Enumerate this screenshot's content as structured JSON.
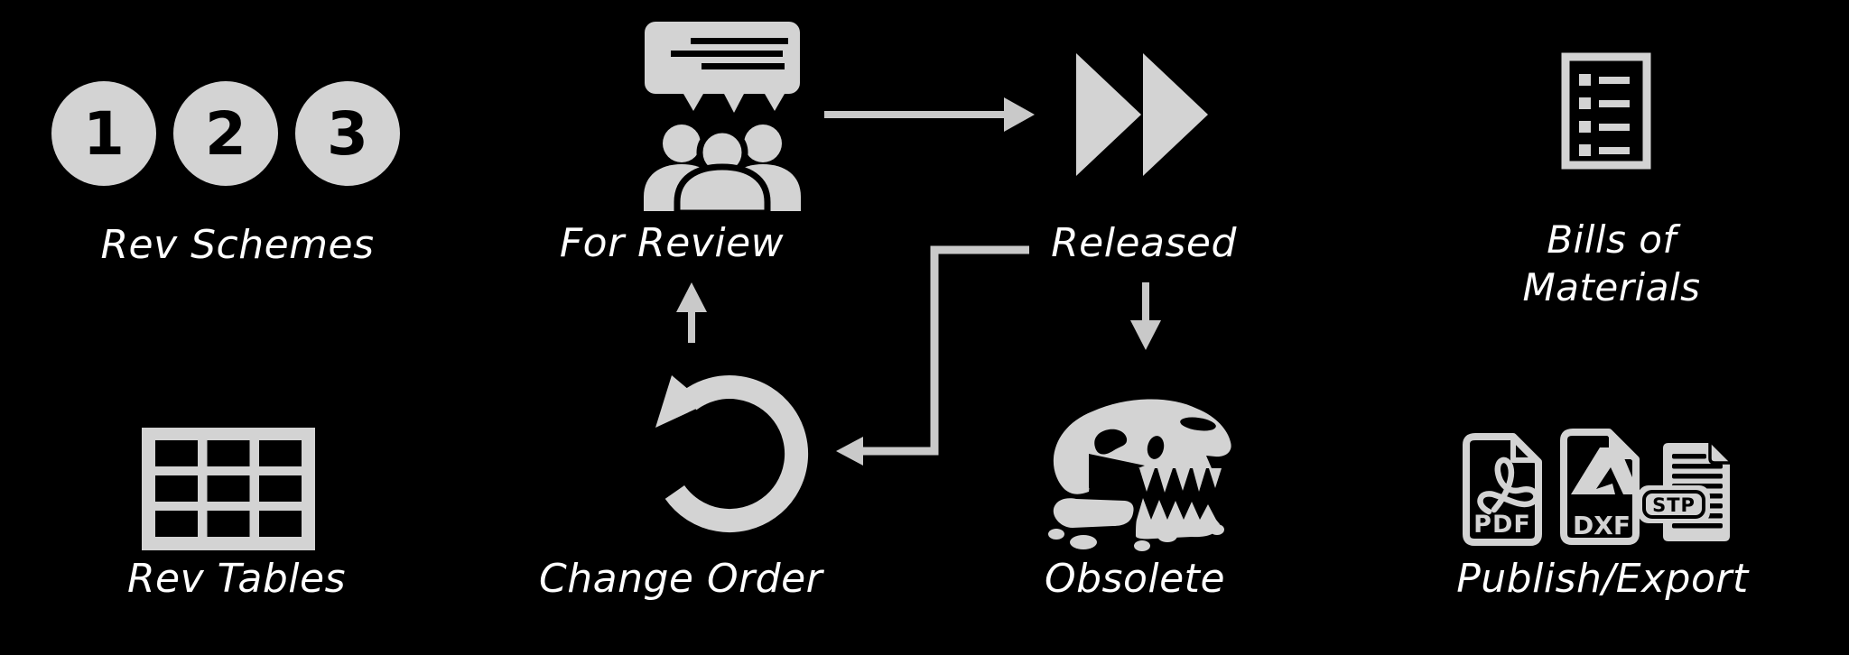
{
  "background": "#000000",
  "colors": {
    "icon_gray": "#d3d3d3",
    "arrow_gray": "#c9c9c9",
    "label_white": "#ffffff",
    "icon_detail_black": "#000000"
  },
  "nodes": {
    "rev_schemes": {
      "label": "Rev Schemes",
      "icon": "numbered-circles-icon",
      "numbers": [
        "1",
        "2",
        "3"
      ]
    },
    "for_review": {
      "label": "For Review",
      "icon": "meeting-discussion-icon"
    },
    "released": {
      "label": "Released",
      "icon": "fast-forward-icon"
    },
    "bills_of_materials": {
      "label_line1": "Bills of",
      "label_line2": "Materials",
      "icon": "document-checklist-icon"
    },
    "rev_tables": {
      "label": "Rev Tables",
      "icon": "table-grid-icon"
    },
    "change_order": {
      "label": "Change Order",
      "icon": "circular-arrow-icon"
    },
    "obsolete": {
      "label": "Obsolete",
      "icon": "fossil-skull-icon"
    },
    "publish_export": {
      "label": "Publish/Export",
      "icon": "file-format-icons",
      "file_badges": [
        "PDF",
        "DXF",
        "STP"
      ]
    }
  },
  "arrows": [
    {
      "name": "for-review-to-released",
      "from": "For Review",
      "to": "Released",
      "shape": "straight-right"
    },
    {
      "name": "change-order-to-for-review",
      "from": "Change Order",
      "to": "For Review",
      "shape": "straight-up"
    },
    {
      "name": "released-to-obsolete",
      "from": "Released",
      "to": "Obsolete",
      "shape": "straight-down"
    },
    {
      "name": "released-to-change-order",
      "from": "Released",
      "to": "Change Order",
      "shape": "elbow-down-left"
    }
  ]
}
